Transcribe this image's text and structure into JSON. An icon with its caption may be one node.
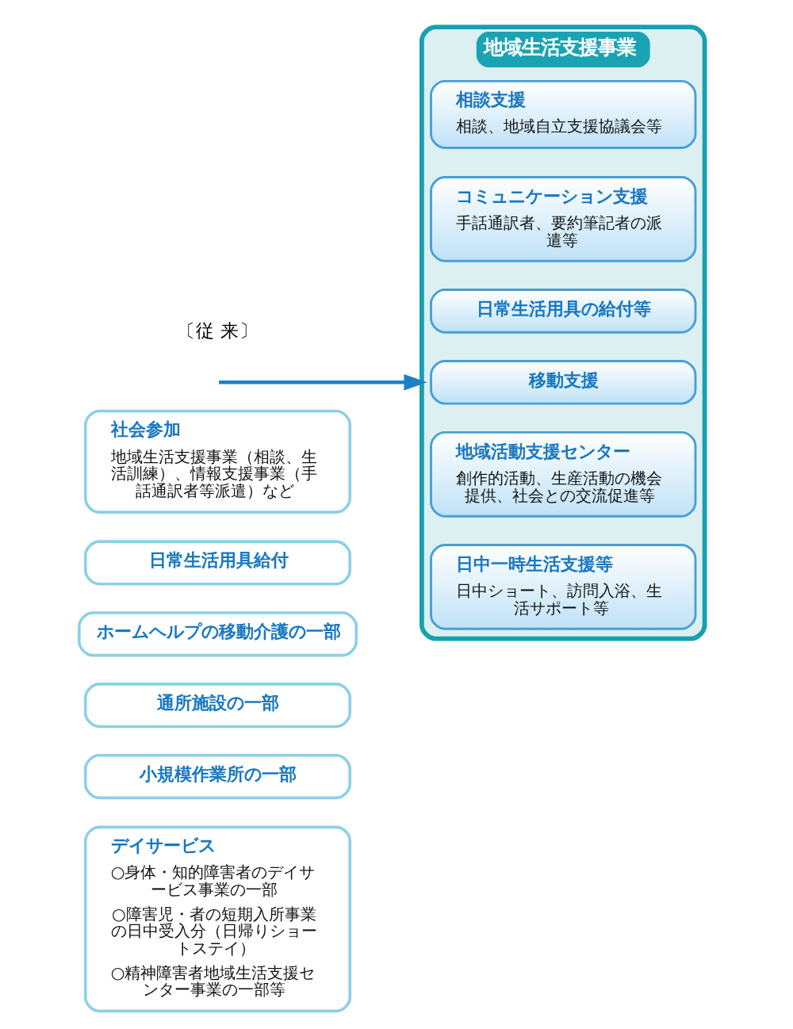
{
  "diagram": {
    "nodes": [
      {
        "text": [
          "社会参加",
          "地域生活支援事業（相談、生活訓練）、情報支援事業（手話通訳者等派遣）など"
        ]
      },
      {
        "text": [
          "日常生活用具給付"
        ]
      },
      {
        "text": [
          "ホームヘルプの移動介護の一部"
        ]
      },
      {
        "text": [
          "通所施設の一部"
        ]
      },
      {
        "text": [
          "小規模作業所の一部"
        ]
      },
      {
        "text": [
          "デイサービス",
          "○身体・知的障害者のデイサービス事業の一部",
          "○障害児・者の短期入所事業の日中受入分（日帰りショートステイ）",
          "○精神障害者地域生活支援センター事業の一部等"
        ]
      },
      {
        "text": [
          "地域生活支援事業"
        ]
      },
      {
        "text": [
          "相談支援",
          "相談、地域自立支援協議会等"
        ],
        "in": 6
      },
      {
        "text": [
          "コミュニケーション支援",
          "手話通訳者、要約筆記者の派遣等"
        ],
        "in": 6
      },
      {
        "text": [
          "日常生活用具の給付等"
        ],
        "in": 6
      },
      {
        "text": [
          "移動支援"
        ],
        "in": 6
      },
      {
        "text": [
          "地域活動支援センター",
          "創作的活動、生産活動の機会提供、社会との交流促進等"
        ],
        "in": 6
      },
      {
        "text": [
          "日中一時生活支援等",
          "日中ショート、訪問入浴、生活サポート等"
        ],
        "in": 6
      }
    ],
    "edges": [
      {
        "from": null,
        "to": 6,
        "arrow": "to"
      }
    ],
    "labels": [
      "〔従 来〕"
    ]
  }
}
